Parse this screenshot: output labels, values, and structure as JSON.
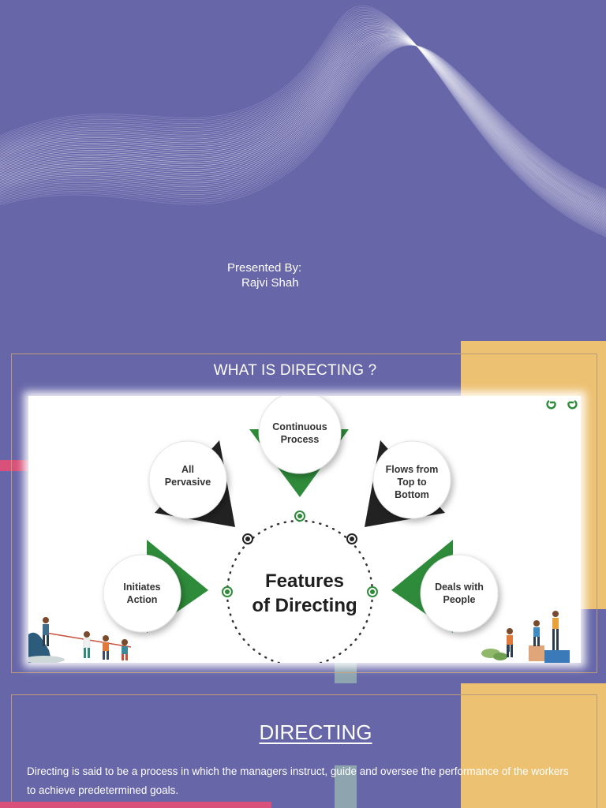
{
  "slide1": {
    "presented_by_label": "Presented By:",
    "presenter_name": "Rajvi Shah"
  },
  "slide2": {
    "title": "WHAT IS DIRECTING ?",
    "infographic": {
      "center_line1": "Features",
      "center_line2": "of Directing",
      "features": [
        {
          "line1": "All",
          "line2": "Pervasive"
        },
        {
          "line1": "Continuous",
          "line2": "Process"
        },
        {
          "line1": "Flows from",
          "line2": "Top to",
          "line3": "Bottom"
        },
        {
          "line1": "Initiates",
          "line2": "Action"
        },
        {
          "line1": "Deals with",
          "line2": "People"
        }
      ],
      "brand_logo": "gfg-logo",
      "accent_green": "#2e8b3a",
      "accent_dark": "#222222"
    }
  },
  "slide3": {
    "heading": "DIRECTING",
    "body": "Directing is said to be a process in which the managers instruct, guide and oversee the performance of the workers to achieve predetermined goals."
  },
  "colors": {
    "background": "#6766a9",
    "accent_yellow": "#edc172",
    "accent_pink": "#d9517a",
    "frame": "#b99a79"
  }
}
